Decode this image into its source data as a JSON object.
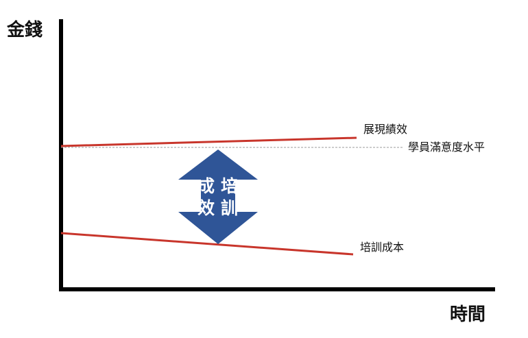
{
  "axes": {
    "y_label": "金錢",
    "x_label": "時間"
  },
  "lines": {
    "performance": "展現績效",
    "satisfaction": "學員滿意度水平",
    "cost": "培訓成本"
  },
  "arrow": {
    "text_top_left": "成",
    "text_top_right": "培",
    "text_bottom_left": "效",
    "text_bottom_right": "訓"
  },
  "colors": {
    "axis": "#000000",
    "trend_line": "#c8352b",
    "reference_line": "#9a9a9a",
    "arrow_fill": "#2f5597",
    "arrow_text": "#ffffff"
  }
}
